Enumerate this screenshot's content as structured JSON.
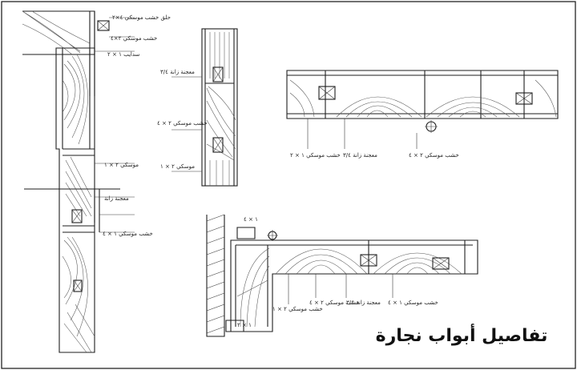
{
  "title": "تفاصيل أبواب نجارة",
  "panel_a": {
    "labels": [
      "حلق خشب موسكي ٤×٢",
      "خشب موسكي ٢×٤",
      "سدايب ١ × ٢",
      "موسكي ٢ × ١",
      "معجنة زانة",
      "خشب موسكي ١ × ٤"
    ]
  },
  "panel_b": {
    "labels": [
      "معجنة زانة ٣/٤",
      "خشب موسكي ٢ × ٤",
      "موسكي ٢ × ١"
    ]
  },
  "panel_c": {
    "labels": [
      "خشب موسكي ١ × ٢",
      "معجنة زانة ٣/٤",
      "خشب موسكي ٢ × ٤"
    ]
  },
  "panel_d": {
    "labels": [
      "١ × ٤",
      "خشب موسكي ٢ × ١",
      "خشب موسكي ٢ × ٤",
      "معجنة زانة ٣/٤",
      "خشب موسكي ١ × ٤",
      "١ × ٢"
    ]
  }
}
